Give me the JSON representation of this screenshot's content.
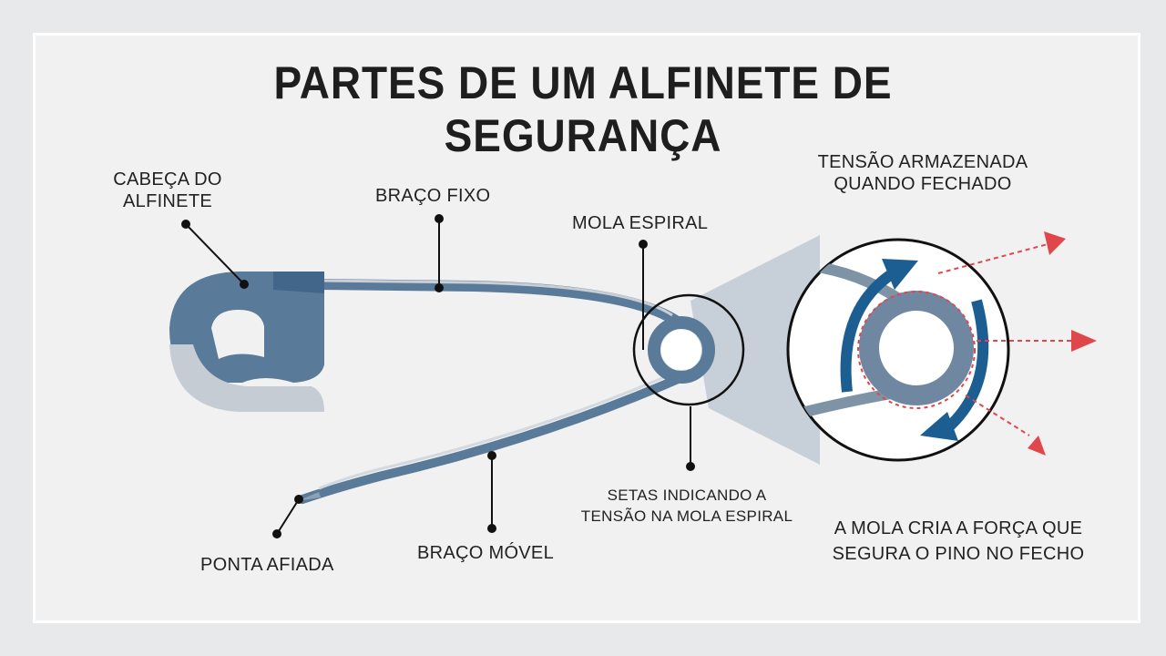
{
  "title": "PARTES DE UM ALFINETE DE SEGURANÇA",
  "labels": {
    "head_line1": "CABEÇA DO",
    "head_line2": "ALFINETE",
    "fixed_arm": "BRAÇO FIXO",
    "spring": "MOLA ESPIRAL",
    "tension_line1": "TENSÃO ARMAZENADA",
    "tension_line2": "QUANDO FECHADO",
    "arrows_line1": "SETAS INDICANDO A",
    "arrows_line2": "TENSÃO NA MOLA ESPIRAL",
    "point": "PONTA AFIADA",
    "movable_arm": "BRAÇO MÓVEL",
    "note_line1": "A MOLA CRIA A FORÇA QUE",
    "note_line2": "SEGURA O PINO NO FECHO"
  },
  "colors": {
    "metal_blue": "#5a7a99",
    "dark_blue": "#1c5d92",
    "tension_red": "#e0474a",
    "steel_light": "#c7ced6"
  }
}
